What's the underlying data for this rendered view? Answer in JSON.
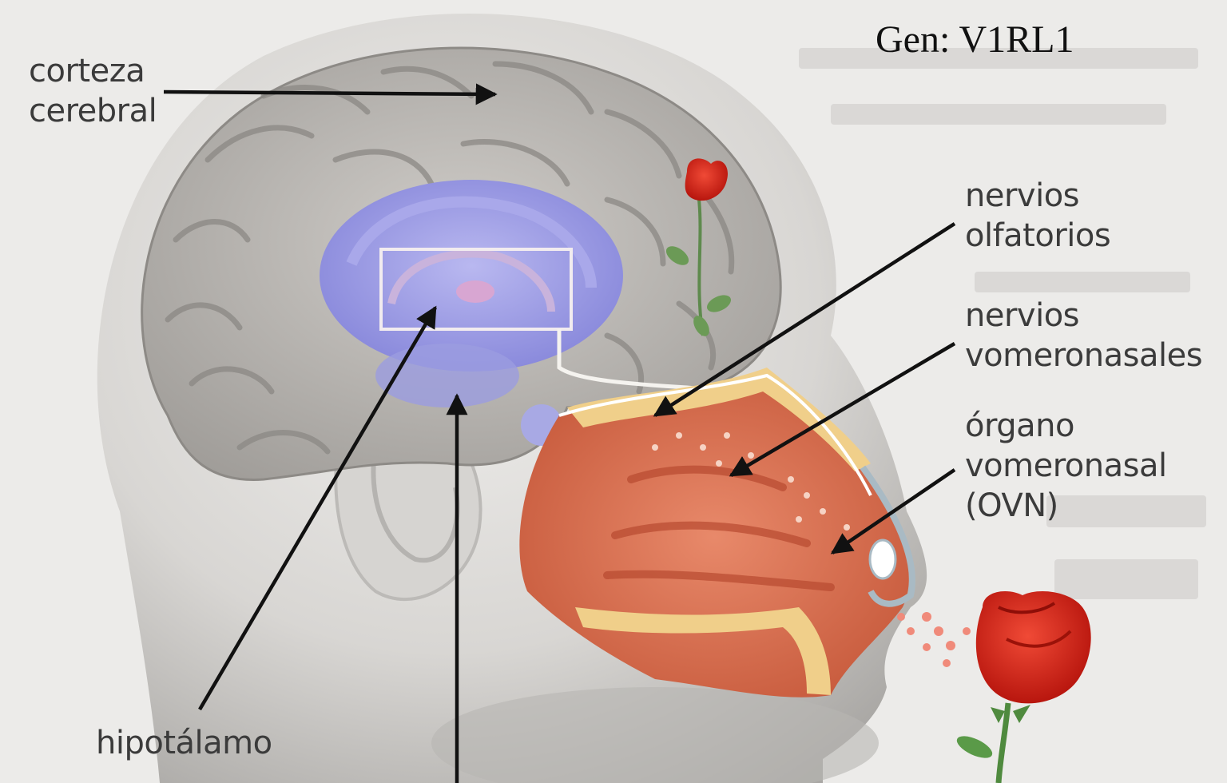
{
  "gene_label": "Gen: V1RL1",
  "labels": {
    "corteza": [
      "corteza",
      "cerebral"
    ],
    "nervios_olfatorios": [
      "nervios",
      "olfatorios"
    ],
    "nervios_vomeronasales": [
      "nervios",
      "vomeronasales"
    ],
    "organo_vomeronasal": [
      "órgano",
      "vomeronasal",
      "(OVN)"
    ],
    "hipotalamo": "hipotálamo"
  },
  "colors": {
    "brain": "#bdbab6",
    "limbic": "#8f8fe0",
    "nasal_cavity": "#e07a58",
    "bone": "#f0cf8a",
    "rose": "#e0231a",
    "arrow": "#111111"
  }
}
